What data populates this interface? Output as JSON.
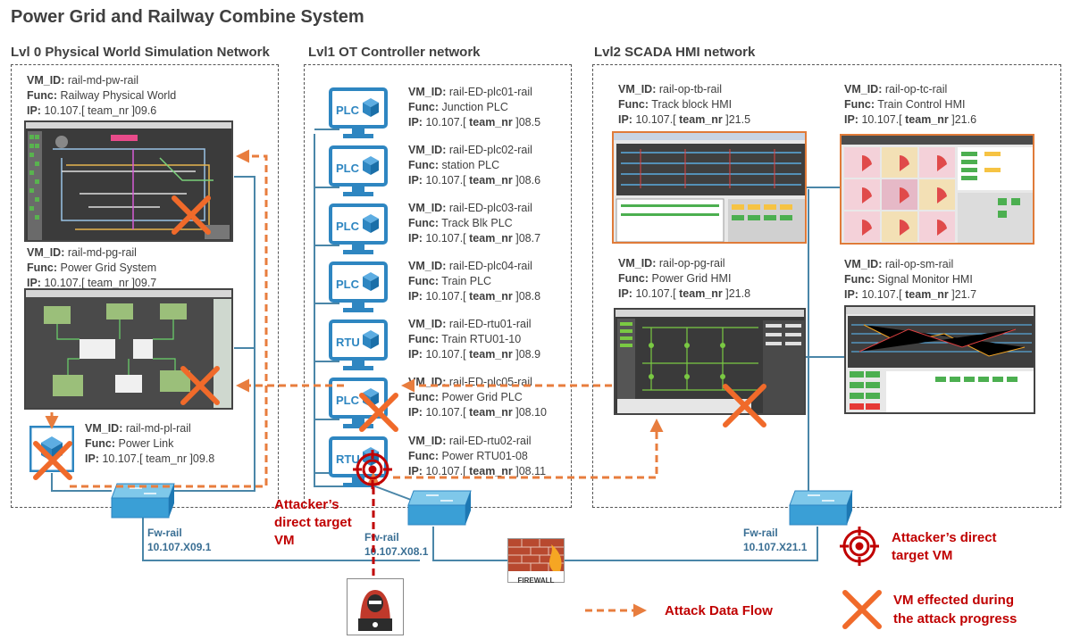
{
  "title": "Power Grid and Railway Combine System",
  "zones": {
    "lvl0": "Lvl 0 Physical World Simulation Network",
    "lvl1": "Lvl1 OT Controller network",
    "lvl2": "Lvl2 SCADA HMI network"
  },
  "labels": {
    "vm_id": "VM_ID:",
    "func": "Func:",
    "ip": "IP:"
  },
  "lvl0_vms": [
    {
      "vm_id": "rail-md-pw-rail",
      "func": "Railway Physical World",
      "ip": "10.107.[ team_nr ]09.6"
    },
    {
      "vm_id": "rail-md-pg-rail",
      "func": "Power Grid System",
      "ip": "10.107.[ team_nr ]09.7"
    },
    {
      "vm_id": "rail-md-pl-rail",
      "func": "Power Link",
      "ip": "10.107.[ team_nr ]09.8"
    }
  ],
  "lvl1_vms": [
    {
      "vm_id": "rail-ED-plc01-rail",
      "func": "Junction PLC",
      "ip_pre": "10.107.[",
      "team": " team_nr ",
      "ip_post": "]08.5",
      "kind": "PLC"
    },
    {
      "vm_id": "rail-ED-plc02-rail",
      "func": "station PLC",
      "ip_pre": "10.107.[",
      "team": " team_nr ",
      "ip_post": "]08.6",
      "kind": "PLC"
    },
    {
      "vm_id": "rail-ED-plc03-rail",
      "func": "Track Blk PLC",
      "ip_pre": "10.107.[",
      "team": " team_nr ",
      "ip_post": "]08.7",
      "kind": "PLC"
    },
    {
      "vm_id": "rail-ED-plc04-rail",
      "func": "Train PLC",
      "ip_pre": "10.107.[",
      "team": " team_nr ",
      "ip_post": "]08.8",
      "kind": "PLC"
    },
    {
      "vm_id": "rail-ED-rtu01-rail",
      "func": "Train RTU01-10",
      "ip_pre": "10.107.[",
      "team": " team_nr ",
      "ip_post": "]08.9",
      "kind": "RTU"
    },
    {
      "vm_id": "rail-ED-plc05-rail",
      "func": "Power Grid PLC",
      "ip_pre": "10.107.[",
      "team": " team_nr ",
      "ip_post": "]08.10",
      "kind": "PLC"
    },
    {
      "vm_id": "rail-ED-rtu02-rail",
      "func": "Power RTU01-08",
      "ip_pre": "10.107.[",
      "team": " team_nr ",
      "ip_post": "]08.11",
      "kind": "RTU"
    }
  ],
  "lvl2_vms": [
    {
      "vm_id": "rail-op-tb-rail",
      "func": "Track block HMI",
      "ip_pre": "10.107.[",
      "team": " team_nr ",
      "ip_post": "]21.5"
    },
    {
      "vm_id": "rail-op-tc-rail",
      "func": "Train Control HMI",
      "ip_pre": "10.107.[",
      "team": " team_nr ",
      "ip_post": "]21.6"
    },
    {
      "vm_id": "rail-op-pg-rail",
      "func": "Power Grid HMI",
      "ip_pre": "10.107.[",
      "team": " team_nr ",
      "ip_post": "]21.8"
    },
    {
      "vm_id": "rail-op-sm-rail",
      "func": "Signal Monitor HMI",
      "ip_pre": "10.107.[",
      "team": " team_nr ",
      "ip_post": "]21.7"
    }
  ],
  "firewalls": [
    {
      "name": "Fw-rail",
      "ip": "10.107.X09.1"
    },
    {
      "name": "Fw-rail",
      "ip": "10.107.X08.1"
    },
    {
      "name": "Fw-rail",
      "ip": "10.107.X21.1"
    }
  ],
  "firewall_label": "FIREWALL",
  "attacker_label": [
    "Attacker’s",
    "direct target",
    "VM"
  ],
  "legend": {
    "target": [
      "Attacker’s direct",
      "target VM"
    ],
    "flow": "Attack Data Flow",
    "affected": [
      "VM effected during",
      "the attack progress"
    ]
  },
  "colors": {
    "attack": "#e87d3e",
    "network": "#4a86a8",
    "accent_red": "#c00000",
    "monitor": "#2e86c1",
    "cross": "#f06a2a"
  }
}
